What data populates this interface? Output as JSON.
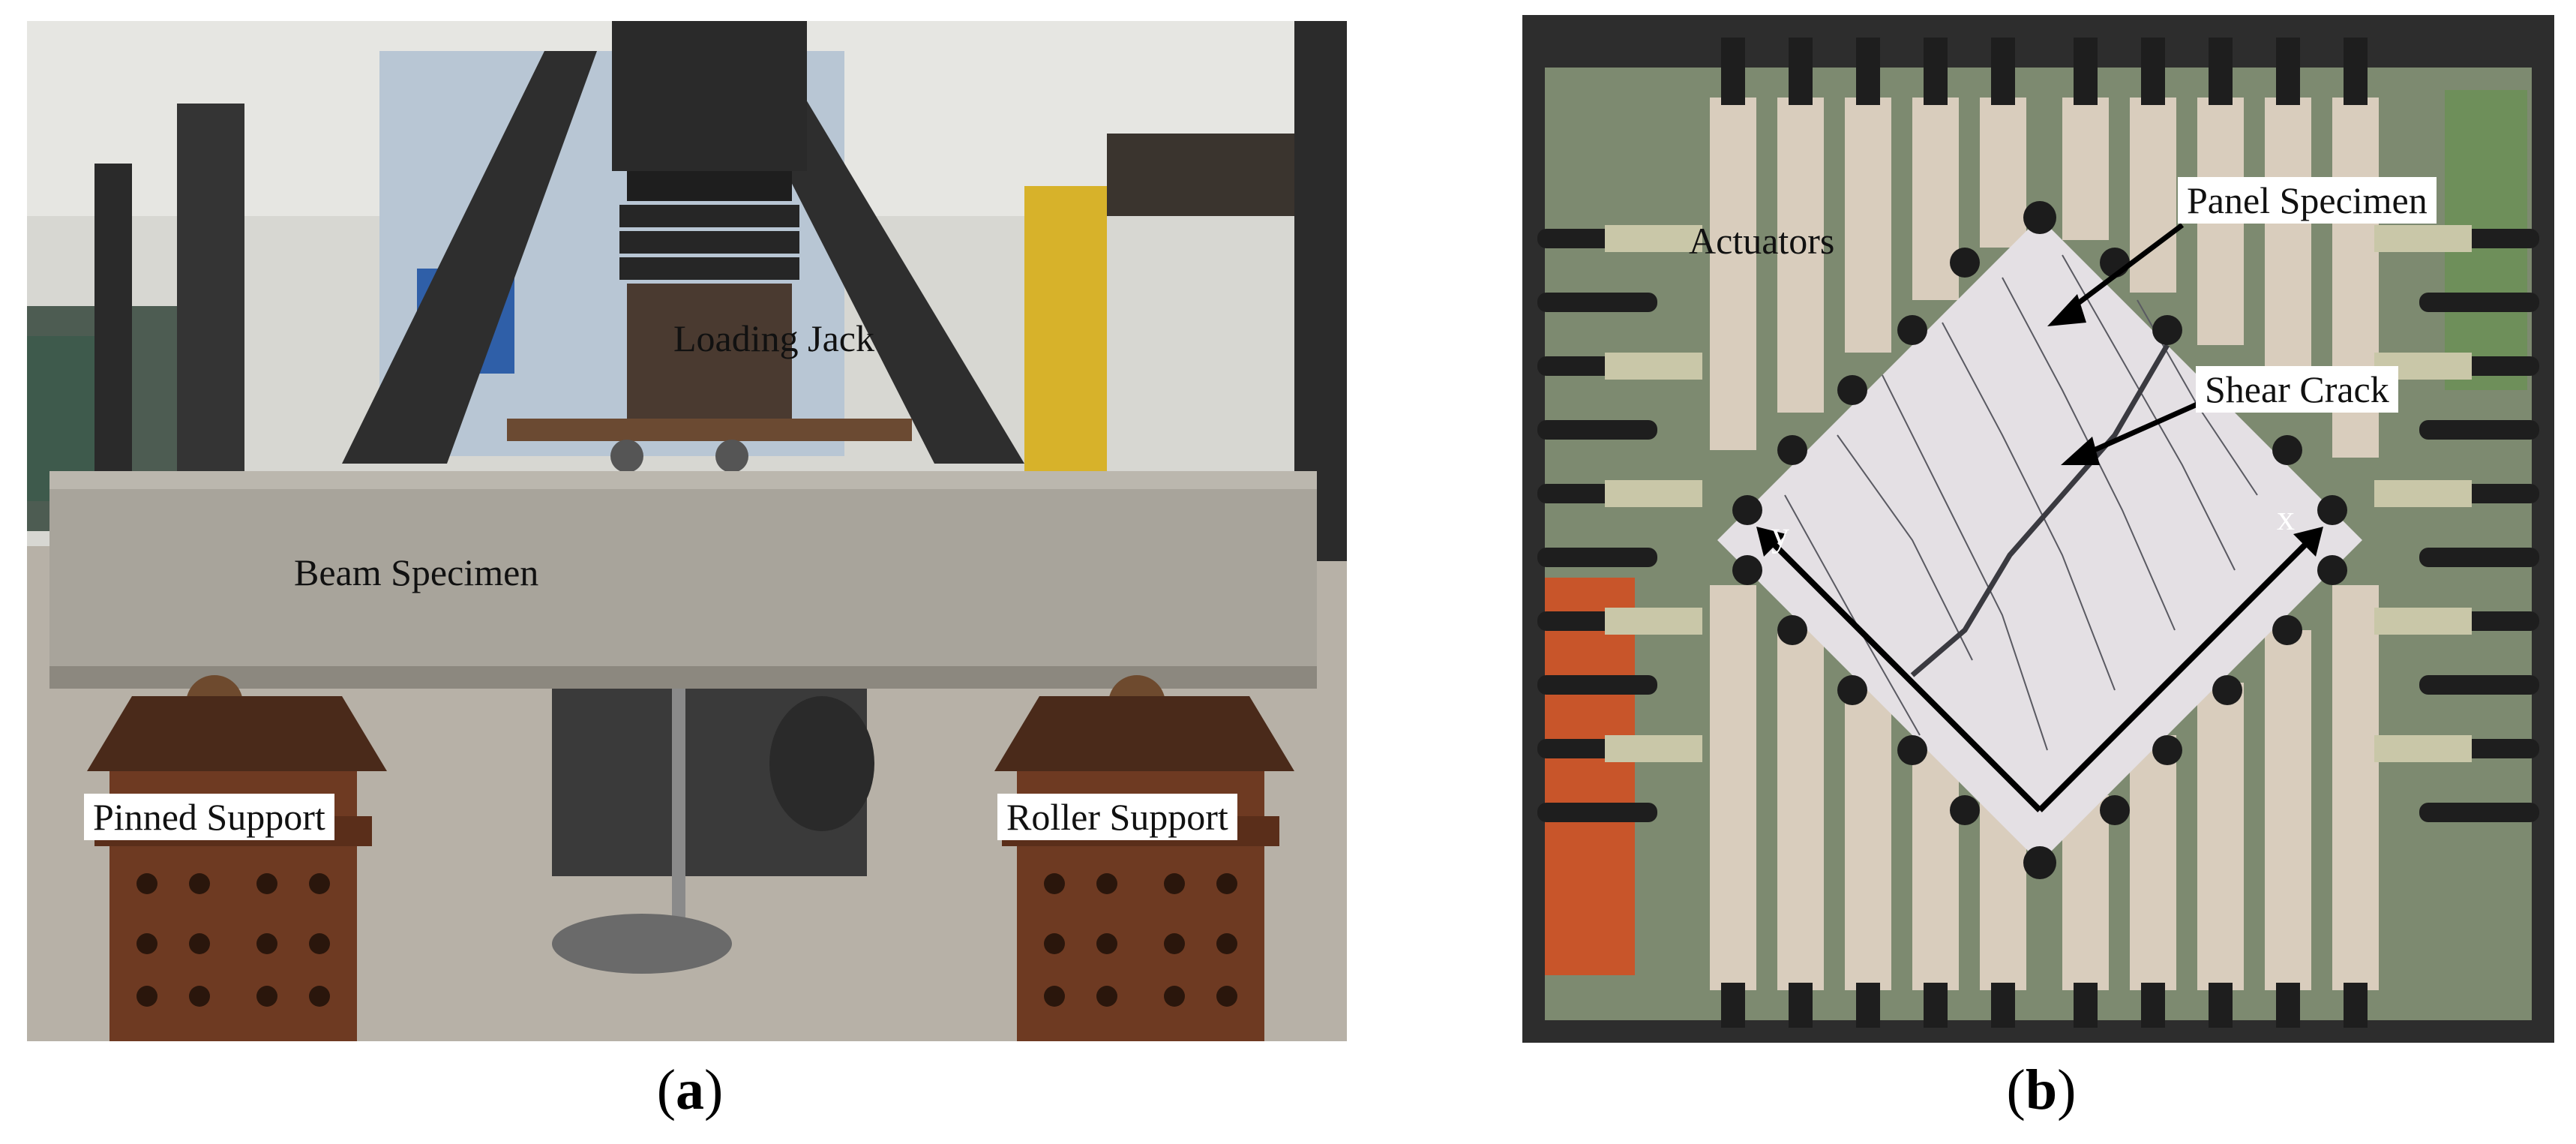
{
  "figure_a": {
    "caption_letter": "a",
    "labels": {
      "loading_jack": "Loading Jack",
      "beam_specimen": "Beam Specimen",
      "pinned_support": "Pinned Support",
      "roller_support": "Roller Support"
    }
  },
  "figure_b": {
    "caption_letter": "b",
    "labels": {
      "actuators": "Actuators",
      "panel_specimen": "Panel Specimen",
      "shear_crack": "Shear Crack",
      "axis_y": "y",
      "axis_x": "x"
    }
  },
  "colors": {
    "concrete": "#a8a49b",
    "steel_rust": "#6e3a22",
    "actuator": "#d9cdbd",
    "frame_dark": "#2d2d2d"
  }
}
